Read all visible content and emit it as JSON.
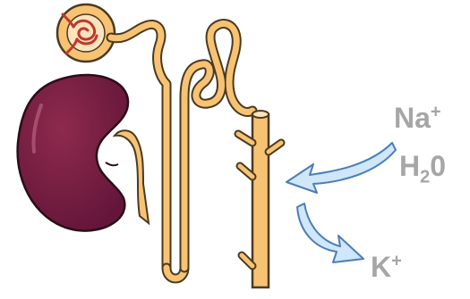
{
  "labels": {
    "sodium": {
      "base": "Na",
      "charge": "+"
    },
    "water": {
      "base": "H",
      "subscript": "2",
      "tail": "0"
    },
    "potassium": {
      "base": "K",
      "charge": "+"
    }
  },
  "colors": {
    "kidney": "#7a1f3d",
    "kidney_highlight": "#b9607a",
    "tubule": "#f7c373",
    "tubule_outline": "#4a3a20",
    "glomerulus": "#c0392b",
    "arrow_fill": "#cfe6fb",
    "arrow_outline": "#4a7fb5",
    "label": "#a6a6a6"
  },
  "icons": {
    "kidney": "kidney-icon",
    "nephron": "nephron-icon",
    "arrow_in": "arrow-in-icon",
    "arrow_out": "arrow-out-icon"
  }
}
